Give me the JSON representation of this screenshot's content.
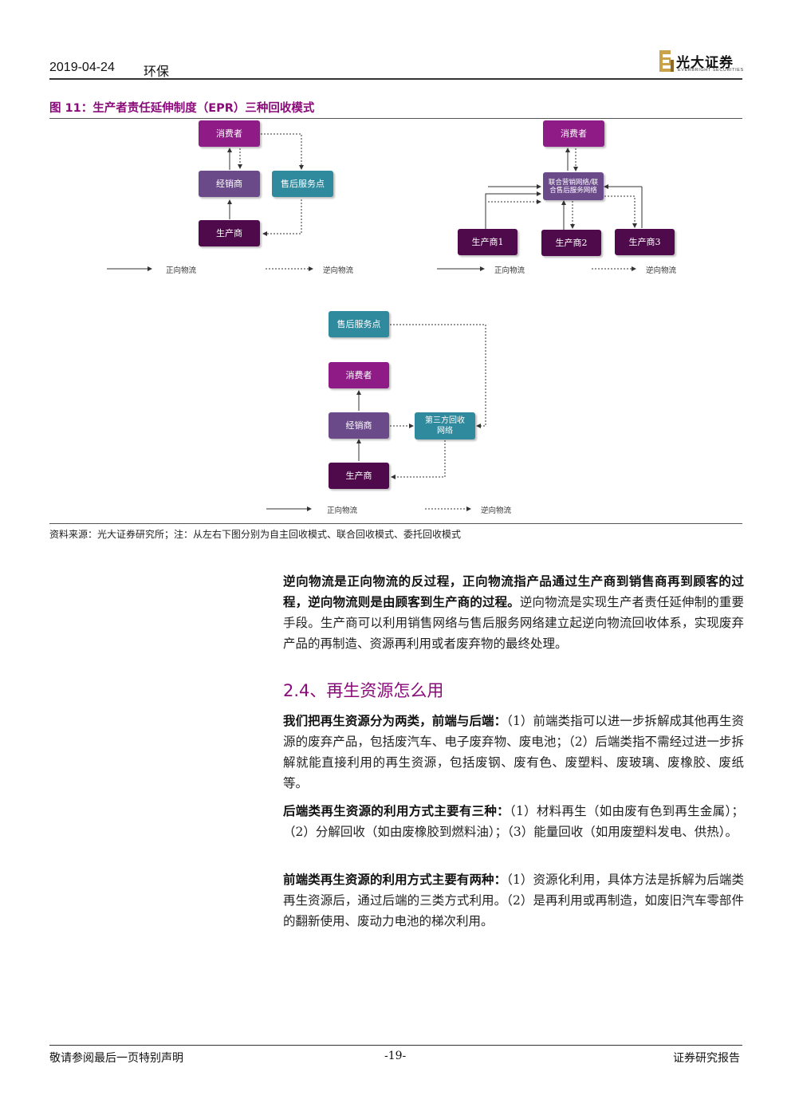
{
  "header": {
    "date": "2019-04-24",
    "section": "环保",
    "logo_cn": "光大证券",
    "logo_en": "EVERBRIGHT SECURITIES",
    "logo_color": "#c9a24a"
  },
  "figure": {
    "title": "图 11：生产者责任延伸制度（EPR）三种回收模式",
    "source": "资料来源：光大证券研究所；注：从左右下图分别为自主回收模式、联合回收模式、委托回收模式",
    "legend_forward": "正向物流",
    "legend_reverse": "逆向物流",
    "left": {
      "consumer": "消费者",
      "dealer": "经销商",
      "service": "售后服务点",
      "producer": "生产商"
    },
    "right": {
      "consumer": "消费者",
      "network": "联合营销网络/联合售后服务网络",
      "producer1": "生产商1",
      "producer2": "生产商2",
      "producer3": "生产商3"
    },
    "bottom": {
      "service": "售后服务点",
      "consumer": "消费者",
      "dealer": "经销商",
      "third_party": "第三方回收网络",
      "producer": "生产商"
    }
  },
  "paragraphs": {
    "p1_bold": "逆向物流是正向物流的反过程，正向物流指产品通过生产商到销售商再到顾客的过程，逆向物流则是由顾客到生产商的过程。",
    "p1_text": "逆向物流是实现生产者责任延伸制的重要手段。生产商可以利用销售网络与售后服务网络建立起逆向物流回收体系，实现废弃产品的再制造、资源再利用或者废弃物的最终处理。",
    "section_heading": "2.4、再生资源怎么用",
    "p2_bold": "我们把再生资源分为两类，前端与后端：",
    "p2_text": "（1）前端类指可以进一步拆解成其他再生资源的废弃产品，包括废汽车、电子废弃物、废电池；（2）后端类指不需经过进一步拆解就能直接利用的再生资源，包括废钢、废有色、废塑料、废玻璃、废橡胶、废纸等。",
    "p3_bold": "后端类再生资源的利用方式主要有三种：",
    "p3_text": "（1）材料再生（如由废有色到再生金属）；（2）分解回收（如由废橡胶到燃料油）；（3）能量回收（如用废塑料发电、供热）。",
    "p4_bold": "前端类再生资源的利用方式主要有两种：",
    "p4_text": "（1）资源化利用，具体方法是拆解为后端类再生资源后，通过后端的三类方式利用。（2）是再利用或再制造，如废旧汽车零部件的翻新使用、废动力电池的梯次利用。"
  },
  "footer": {
    "left": "敬请参阅最后一页特别声明",
    "page": "-19-",
    "right": "证券研究报告"
  }
}
